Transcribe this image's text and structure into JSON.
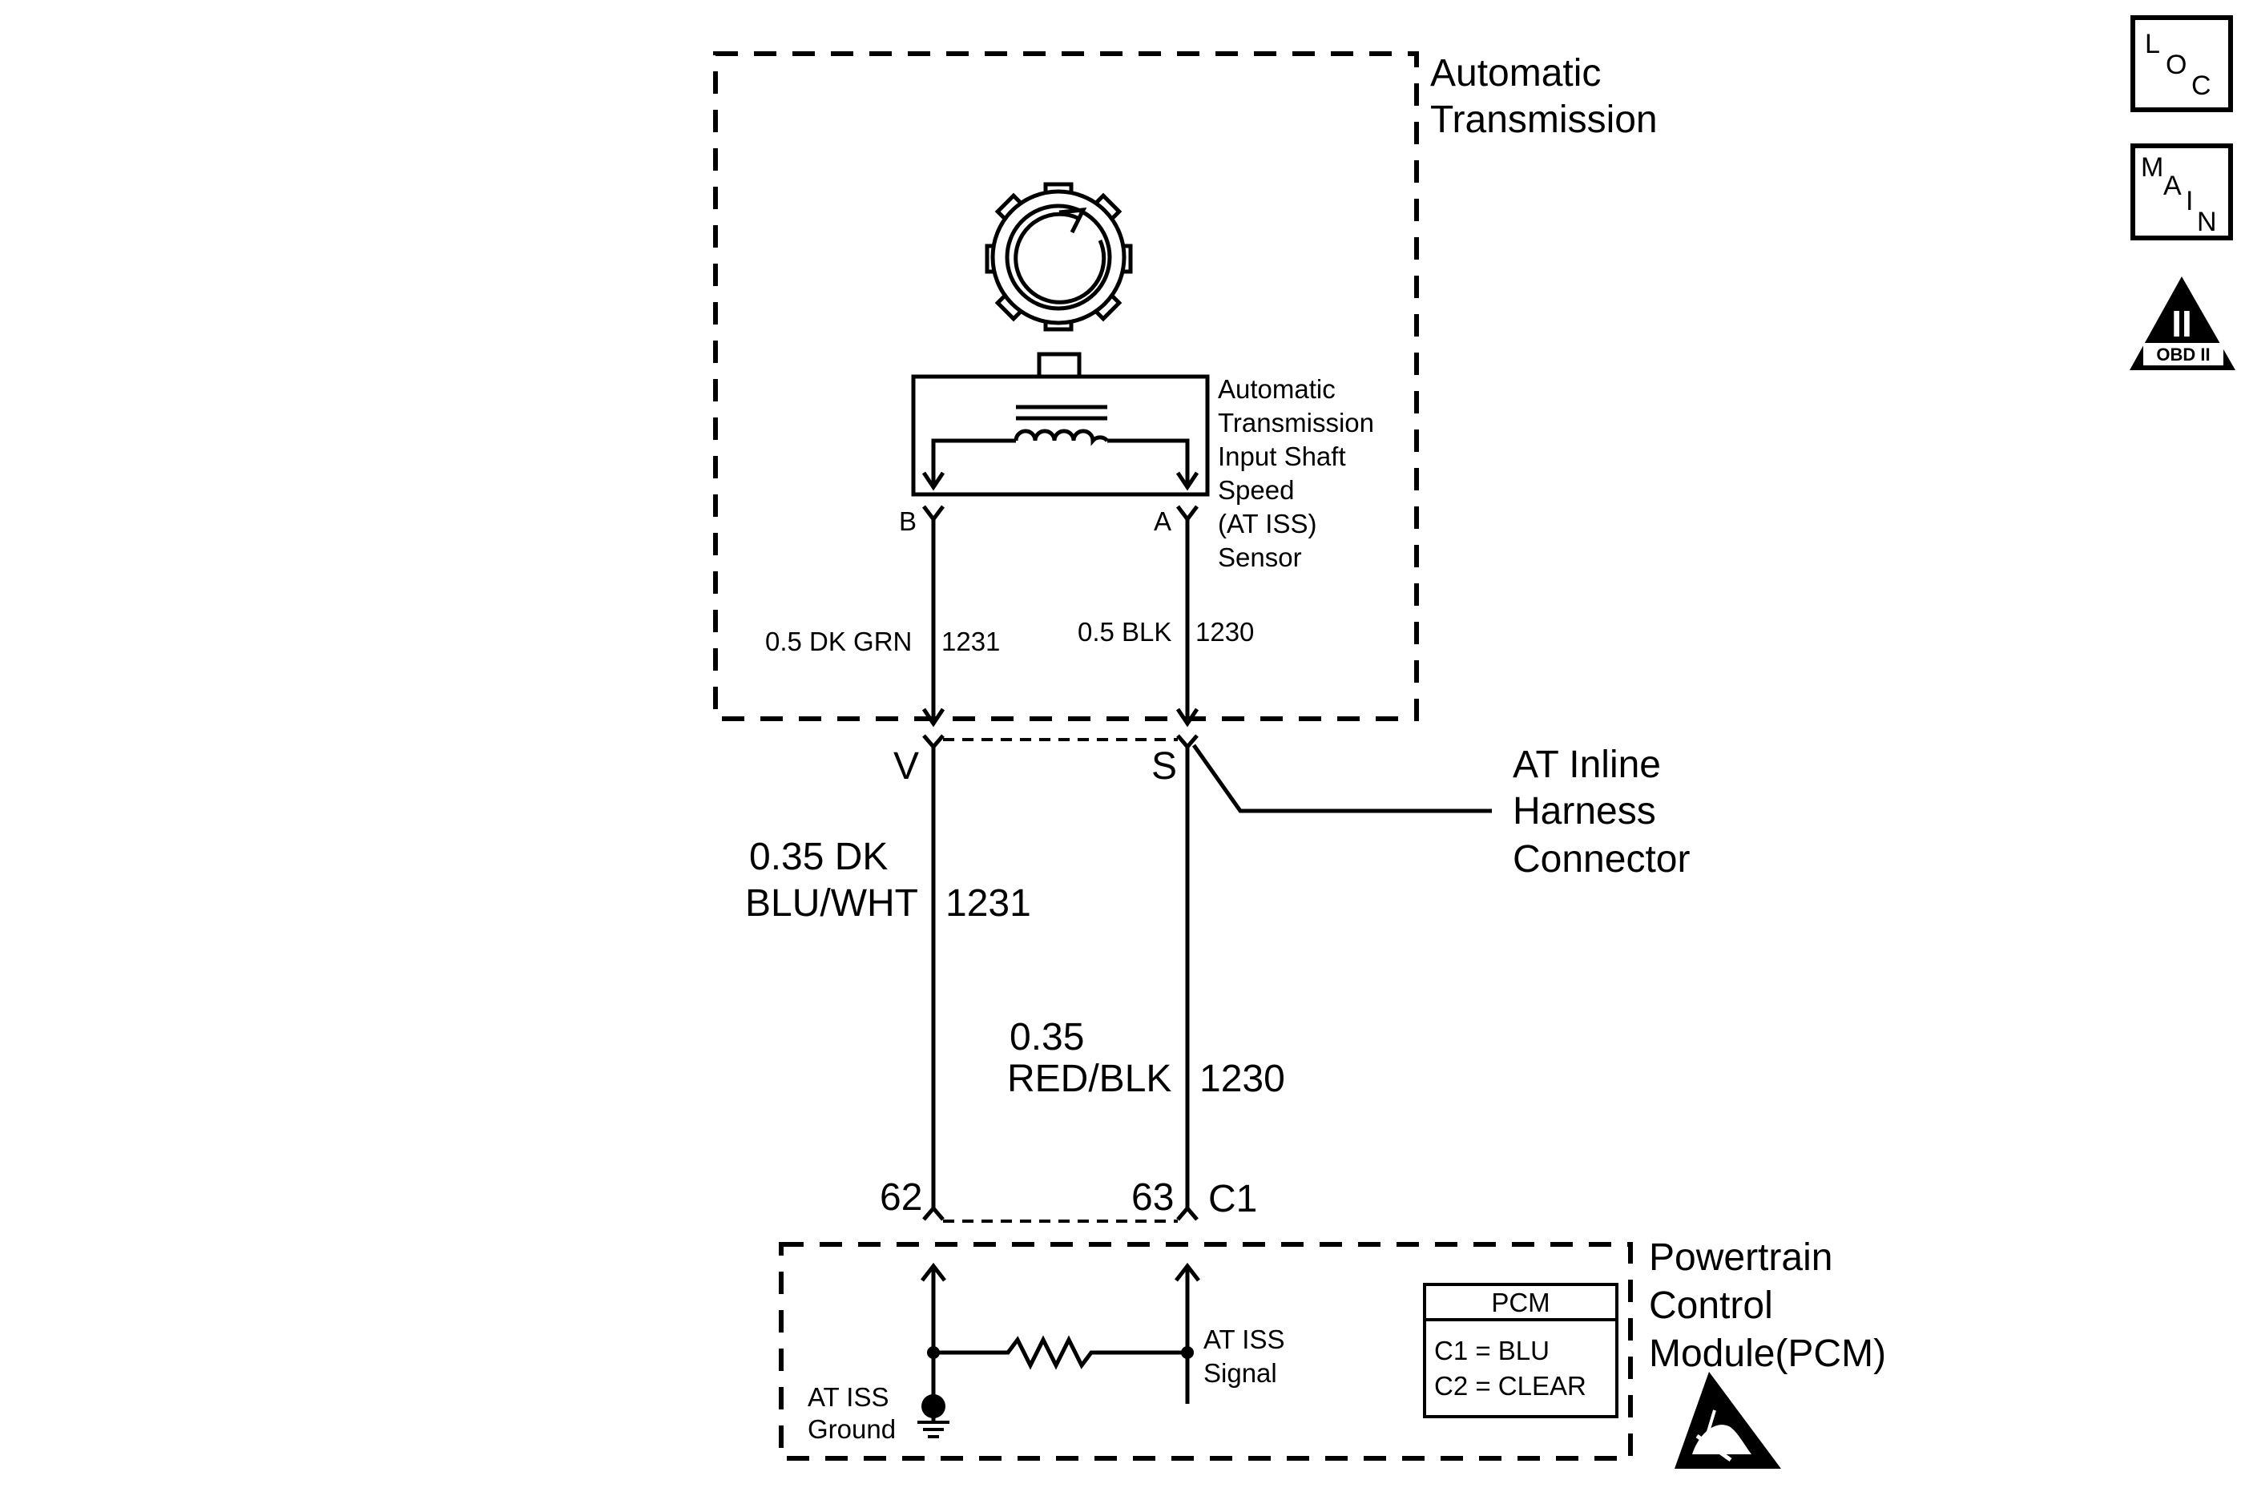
{
  "transmission": {
    "title_line1": "Automatic",
    "title_line2": "Transmission"
  },
  "sensor": {
    "label_lines": [
      "Automatic",
      "Transmission",
      "Input Shaft",
      "Speed",
      "(AT ISS)",
      "Sensor"
    ],
    "pin_b": "B",
    "pin_a": "A"
  },
  "inner_wires": {
    "left": "0.5 DK GRN",
    "left_circuit": "1231",
    "right": "0.5 BLK",
    "right_circuit": "1230"
  },
  "inline_connector": {
    "pin_v": "V",
    "pin_s": "S",
    "label_lines": [
      "AT Inline",
      "Harness",
      "Connector"
    ]
  },
  "outer_wires": {
    "left_line1": "0.35 DK",
    "left_line2": "BLU/WHT",
    "left_circuit": "1231",
    "right_line1": "0.35",
    "right_line2": "RED/BLK",
    "right_circuit": "1230"
  },
  "pcm_connector": {
    "pin_62": "62",
    "pin_63": "63",
    "name": "C1"
  },
  "pcm": {
    "label_lines": [
      "Powertrain",
      "Control",
      "Module(PCM)"
    ],
    "ground_lines": [
      "AT ISS",
      "Ground"
    ],
    "signal_lines": [
      "AT ISS",
      "Signal"
    ],
    "table_header": "PCM",
    "table_rows": [
      "C1 = BLU",
      "C2 = CLEAR"
    ]
  },
  "badges": {
    "loc": [
      "L",
      "O",
      "C"
    ],
    "main": [
      "M",
      "A",
      "I",
      "N"
    ],
    "obd_numeral": "II",
    "obd_text": "OBD II"
  }
}
